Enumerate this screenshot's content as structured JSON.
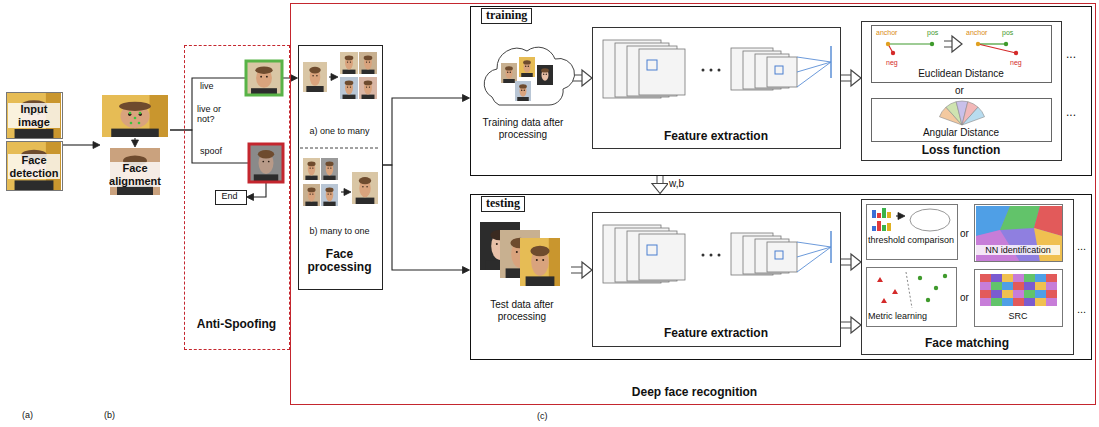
{
  "diagram": {
    "nodes": [
      {
        "text": [
          "Input image"
        ]
      },
      {
        "text": [
          "Face detection"
        ]
      },
      {
        "text": [
          "Face alignment"
        ]
      },
      {
        "text": [
          "Anti-Spoofing"
        ]
      },
      {
        "text": [
          "End"
        ],
        "in": 3
      },
      {
        "text": [
          "Deep face recognition"
        ]
      },
      {
        "text": [
          "a) one to many",
          "b) many to one",
          "Face processing"
        ],
        "in": 5
      },
      {
        "text": [
          "training"
        ],
        "in": 5
      },
      {
        "text": [
          "Training data after processing"
        ],
        "in": 7
      },
      {
        "text": [
          "Feature extraction"
        ],
        "in": 7
      },
      {
        "text": [
          "Loss function"
        ],
        "in": 7
      },
      {
        "text": [
          "Euclidean Distance"
        ],
        "in": 10
      },
      {
        "text": [
          "Angular Distance"
        ],
        "in": 10
      },
      {
        "text": [
          "testing"
        ],
        "in": 5
      },
      {
        "text": [
          "Test data after processing"
        ],
        "in": 13
      },
      {
        "text": [
          "Feature extraction"
        ],
        "in": 13
      },
      {
        "text": [
          "Face matching"
        ],
        "in": 13
      },
      {
        "text": [
          "threshold comparison"
        ],
        "in": 16
      },
      {
        "text": [
          "NN identification"
        ],
        "in": 16
      },
      {
        "text": [
          "Metric learning"
        ],
        "in": 16
      },
      {
        "text": [
          "SRC"
        ],
        "in": 16
      }
    ],
    "edges": [
      {
        "from": 1,
        "to": 2,
        "arrow": "to"
      },
      {
        "from": 2,
        "to": 6,
        "label": "live",
        "arrow": "to"
      },
      {
        "from": 2,
        "to": 4,
        "label": "spoof",
        "arrow": "to"
      },
      {
        "from": 6,
        "to": 7,
        "arrow": "to"
      },
      {
        "from": 6,
        "to": 13,
        "arrow": "to"
      },
      {
        "from": 8,
        "to": 9,
        "arrow": "to"
      },
      {
        "from": 9,
        "to": 10,
        "arrow": "to"
      },
      {
        "from": 7,
        "to": 13,
        "label": "w,b",
        "arrow": "to"
      },
      {
        "from": 14,
        "to": 15,
        "arrow": "to"
      },
      {
        "from": 15,
        "to": 16,
        "arrow": "to"
      },
      {
        "from": 15,
        "to": 16,
        "arrow": "to"
      }
    ],
    "labels": [
      "(a)",
      "(b)",
      "(c)",
      "live or not?",
      "anchor",
      "pos",
      "neg",
      "anchor",
      "pos",
      "neg",
      "or",
      "...",
      "...",
      "or",
      "or",
      "...",
      "..."
    ]
  }
}
